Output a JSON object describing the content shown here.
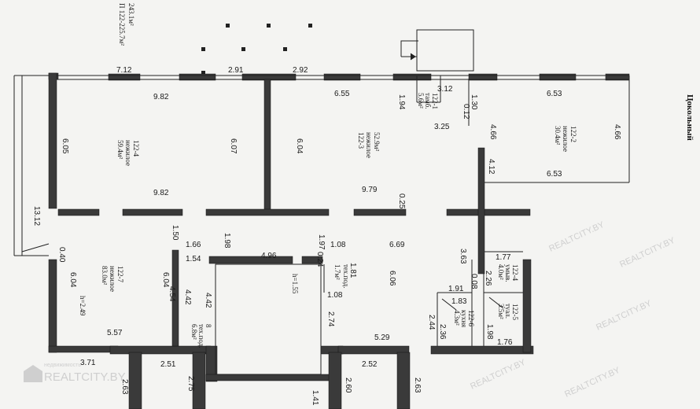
{
  "header_rot": {
    "line1": "П 122-225.7м²",
    "line2": "243.1м²"
  },
  "side_label": "Цокольный",
  "rooms": {
    "r1": {
      "l1": "122-1",
      "l2": "тамб.",
      "l3": "5.6м²"
    },
    "r2": {
      "l1": "122-2",
      "l2": "нежилое",
      "l3": "30.4м²"
    },
    "r3": {
      "l1": "122-3",
      "l2": "нежилое",
      "l3": "52.9м²"
    },
    "r4": {
      "l1": "122-4",
      "l2": "нежилое",
      "l3": "59.4м²"
    },
    "r5": {
      "l1": "122-7",
      "l2": "нежилое",
      "l3": "83.0м²"
    },
    "r6": {
      "l1": "8",
      "l2": "тех.под.",
      "l3": "6.8м²"
    },
    "r7": {
      "l1": "тех.под.",
      "l2": "1.7м²"
    },
    "r8": {
      "l1": "122-4",
      "l2": "умыв.",
      "l3": "4.0м²"
    },
    "r9": {
      "l1": "122-6",
      "l2": "кухня",
      "l3": "4.3м²"
    },
    "r10": {
      "l1": "122-5",
      "l2": "туал.",
      "l3": "3.5м²"
    }
  },
  "heights": {
    "h1": "h=2.49",
    "h2": "h=1.55"
  },
  "dims": {
    "d712": "7.12",
    "d291": "2.91",
    "d292": "2.92",
    "d655": "6.55",
    "d312": "3.12",
    "d653a": "6.53",
    "d982a": "9.82",
    "d194": "1.94",
    "d130": "1.30",
    "d012": "0.12",
    "d325": "3.25",
    "d466a": "4.66",
    "d466b": "4.66",
    "d605": "6.05",
    "d607": "6.07",
    "d604a": "6.04",
    "d412": "4.12",
    "d653b": "6.53",
    "d982b": "9.82",
    "d979": "9.79",
    "d025": "0.25",
    "d1312": "13.12",
    "d150": "1.50",
    "d166": "1.66",
    "d198": "1.98",
    "d197": "1.97",
    "d108a": "1.08",
    "d154": "1.54",
    "d024": "0.24",
    "d496": "4.96",
    "d669": "6.69",
    "d363": "3.63",
    "d177": "1.77",
    "d181": "1.81",
    "d040": "0.40",
    "d604b": "6.04",
    "d604c": "6.04",
    "d442a": "4.42",
    "d454": "4.54",
    "d442b": "4.42",
    "d606": "6.06",
    "d226": "2.26",
    "d008": "0.08",
    "d191": "1.91",
    "d183": "1.83",
    "d108b": "1.08",
    "d244": "2.44",
    "d236": "2.36",
    "d274": "2.74",
    "d198b": "1.98",
    "d557": "5.57",
    "d529": "5.29",
    "d176": "1.76",
    "d371": "3.71",
    "d251": "2.51",
    "d252": "2.52",
    "d263a": "2.63",
    "d275": "2.75",
    "d260": "2.60",
    "d263b": "2.63",
    "d141": "1.41"
  },
  "watermark": {
    "small": "недвижимость",
    "big": "REALTCITY.BY"
  }
}
